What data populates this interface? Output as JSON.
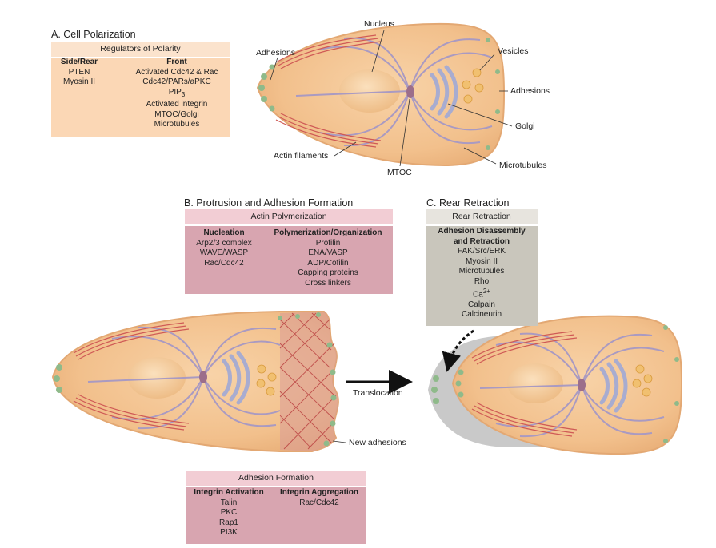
{
  "panel_a": {
    "title": "A. Cell Polarization",
    "box_header": "Regulators of Polarity",
    "col_left_header": "Side/Rear",
    "col_left_items": [
      "PTEN",
      "Myosin II"
    ],
    "col_right_header": "Front",
    "col_right_items": [
      "Activated Cdc42 & Rac",
      "Cdc42/PARs/aPKC",
      "PIP",
      "Activated integrin",
      "MTOC/Golgi",
      "Microtubules"
    ],
    "pip_subscript": "3",
    "labels": {
      "nucleus": "Nucleus",
      "adhesions_left": "Adhesions",
      "vesicles": "Vesicles",
      "adhesions_right": "Adhesions",
      "golgi": "Golgi",
      "actin": "Actin filaments",
      "mtoc": "MTOC",
      "microtubules": "Microtubules"
    }
  },
  "panel_b": {
    "title": "B. Protrusion and Adhesion Formation",
    "box_header": "Actin Polymerization",
    "col_left_header": "Nucleation",
    "col_left_items": [
      "Arp2/3 complex",
      "WAVE/WASP",
      "Rac/Cdc42"
    ],
    "col_right_header": "Polymerization/Organization",
    "col_right_items": [
      "Profilin",
      "ENA/VASP",
      "ADP/Cofilin",
      "Capping proteins",
      "Cross linkers"
    ],
    "labels": {
      "new_adhesions": "New adhesions",
      "translocation": "Translocation"
    }
  },
  "panel_c": {
    "title": "C. Rear Retraction",
    "box_header": "Rear Retraction",
    "col_header_1": "Adhesion Disassembly",
    "col_header_2": "and Retraction",
    "items": [
      "FAK/Src/ERK",
      "Myosin II",
      "Microtubules",
      "Rho",
      "Ca",
      "Calpain",
      "Calcineurin"
    ],
    "ca_superscript": "2+"
  },
  "adhesion_box": {
    "box_header": "Adhesion Formation",
    "col_left_header": "Integrin Activation",
    "col_left_items": [
      "Talin",
      "PKC",
      "Rap1",
      "PI3K"
    ],
    "col_right_header": "Integrin Aggregation",
    "col_right_items": [
      "Rac/Cdc42"
    ]
  },
  "colors": {
    "cell_fill": "#f4c696",
    "cell_edge": "#e3a873",
    "nucleus": "#f6cf9e",
    "box_a": "#fbd7b5",
    "box_b_header": "#f2cdd4",
    "box_b": "#d8a5b0",
    "box_c_header": "#e7e4de",
    "box_c": "#c9c6bc",
    "adhesion_dot": "#8fba8a",
    "microtubule": "#a99ac2",
    "golgi": "#a8acd0",
    "vesicle": "#f1c070",
    "actin": "#cf5a56",
    "mtoc": "#9c6e8b"
  }
}
